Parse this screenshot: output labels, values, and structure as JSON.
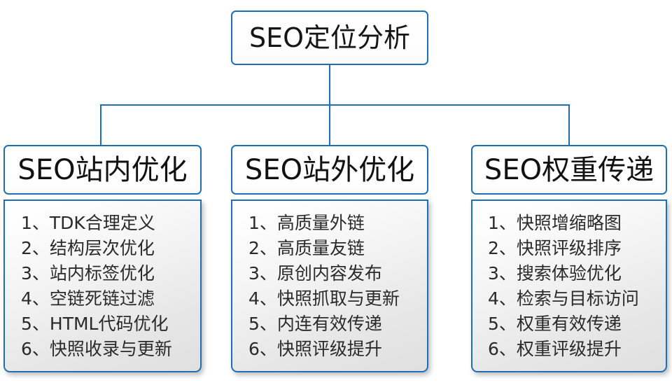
{
  "diagram": {
    "type": "org-chart",
    "root": {
      "label": "SEO定位分析"
    },
    "theme": {
      "border_color": "#1f6fb5",
      "connector_color": "#1f6fb5",
      "header_fill": "#ffffff",
      "body_fill_top": "#ffffff",
      "body_fill_bottom": "#e0e0e0",
      "text_color": "#111111",
      "background": "#ffffff"
    },
    "columns": [
      {
        "header": "SEO站内优化",
        "items": [
          "1、TDK合理定义",
          "2、结构层次优化",
          "3、站内标签优化",
          "4、空链死链过滤",
          "5、HTML代码优化",
          "6、快照收录与更新"
        ]
      },
      {
        "header": "SEO站外优化",
        "items": [
          "1、高质量外链",
          "2、高质量友链",
          "3、原创内容发布",
          "4、快照抓取与更新",
          "5、内连有效传递",
          "6、快照评级提升"
        ]
      },
      {
        "header": "SEO权重传递",
        "items": [
          "1、快照增缩略图",
          "2、快照评级排序",
          "3、搜索体验优化",
          "4、检索与目标访问",
          "5、权重有效传递",
          "6、权重评级提升"
        ]
      }
    ]
  }
}
